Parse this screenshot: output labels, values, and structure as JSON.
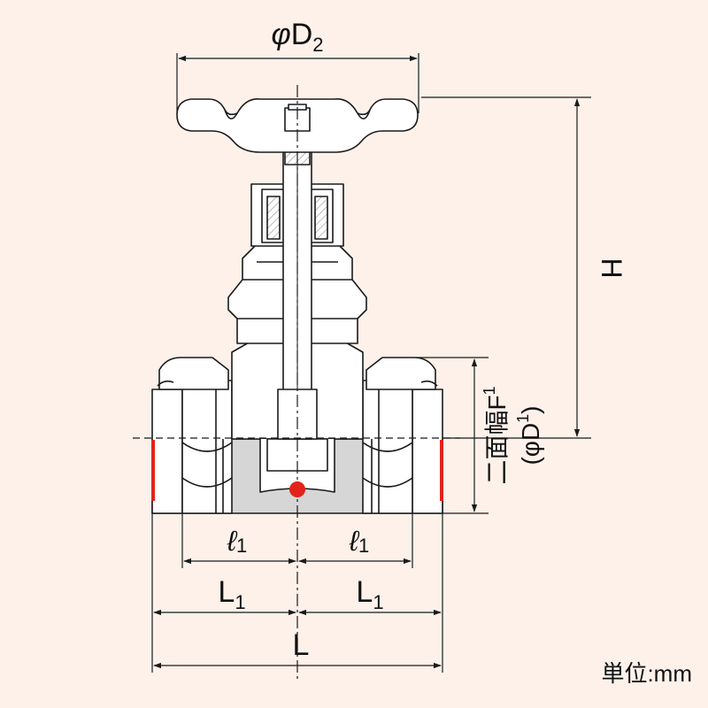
{
  "labels": {
    "d2_phi": "φ",
    "d2_main": "D",
    "d2_sub": "2",
    "h": "H",
    "f1_main": "二面幅F",
    "f1_sub": "1",
    "d1_open": "(φD",
    "d1_sub": "1",
    "d1_close": ")",
    "l_small_main": "ℓ",
    "l_small_sub": "1",
    "l1_main": "L",
    "l1_sub": "1",
    "l": "L",
    "unit": "単位:mm"
  },
  "colors": {
    "background": "#fdf1ea",
    "line": "#1a1a1a",
    "body_fill": "#ffffff",
    "socket_fill": "#d6d6d6",
    "marker_red": "#e2231a"
  }
}
